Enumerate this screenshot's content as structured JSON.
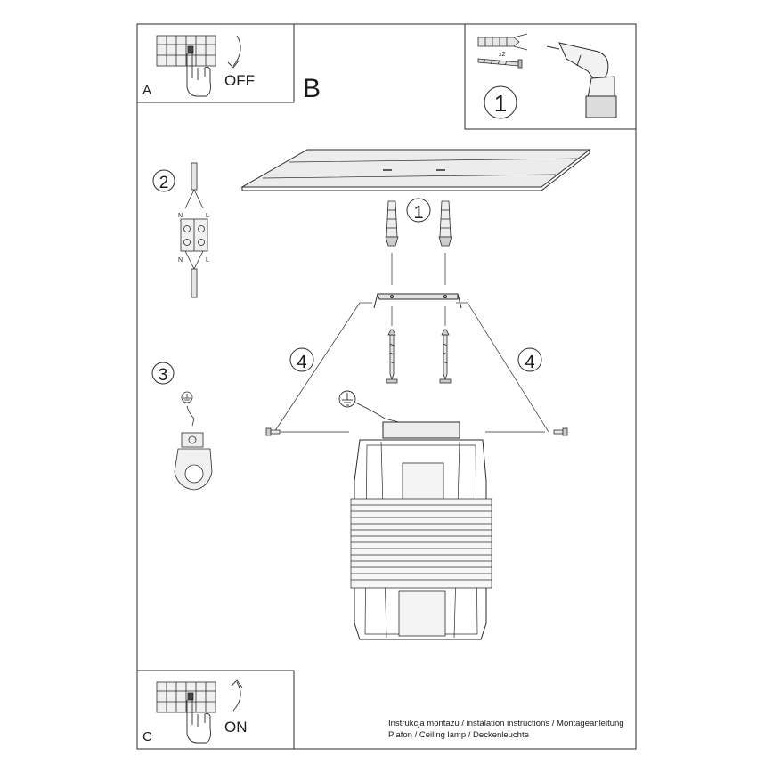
{
  "panels": {
    "a": {
      "letter": "A",
      "caption": "OFF"
    },
    "b": {
      "letter": "B"
    },
    "c": {
      "letter": "C",
      "caption": "ON"
    }
  },
  "tools_panel": {
    "step": "1",
    "quantity": "x2"
  },
  "steps": {
    "bolts": "1",
    "wiring": "2",
    "earth": "3",
    "side_screw_left": "4",
    "side_screw_right": "4"
  },
  "terminal_labels": {
    "neutral": "N",
    "live": "L"
  },
  "footer": {
    "line1": "Instrukcja montażu / instalation instructions / Montageanleitung",
    "line2": "Plafon / Ceiling lamp / Deckenleuchte"
  },
  "icons": [
    "hand-switch-icon",
    "curved-arrow-icon",
    "wall-plug-icon",
    "screw-icon",
    "drill-icon",
    "earth-symbol-icon"
  ]
}
